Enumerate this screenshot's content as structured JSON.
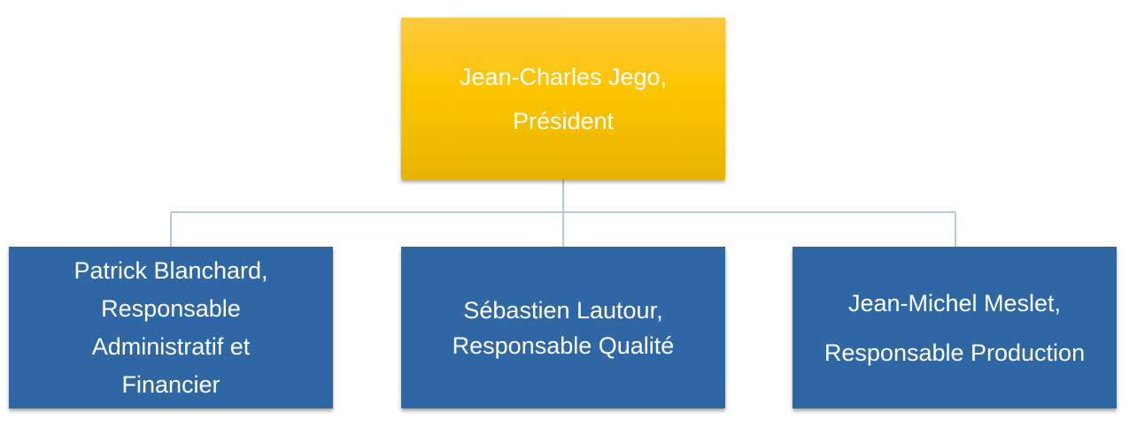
{
  "colors": {
    "root_fill": "#fdc500",
    "child_fill": "#2f67a5",
    "connector": "#b9c7d8",
    "text": "#ffffff"
  },
  "org_chart": {
    "root": {
      "lines": [
        "Jean-Charles Jego,",
        "Président"
      ]
    },
    "children": [
      {
        "lines": [
          "Patrick Blanchard,",
          "Responsable",
          "Administratif et",
          "Financier"
        ]
      },
      {
        "lines": [
          "Sébastien Lautour,",
          "Responsable Qualité"
        ]
      },
      {
        "lines": [
          "Jean-Michel Meslet,",
          "Responsable Production"
        ]
      }
    ]
  }
}
